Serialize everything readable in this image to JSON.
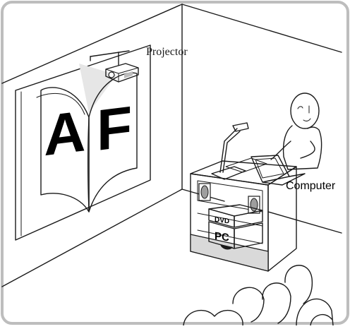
{
  "labels": {
    "projector": "Projector",
    "computer": "Computer"
  },
  "screen_letters": {
    "left": "A",
    "right": "F"
  },
  "cabinet_labels": {
    "dvd": "DVD",
    "pc": "PC"
  },
  "colors": {
    "outline": "#1a1a1a",
    "frame_border": "#bdbdbd",
    "shadow_gray": "#d9d9d9",
    "beam_gray": "#e6e6e6",
    "background": "#ffffff"
  }
}
